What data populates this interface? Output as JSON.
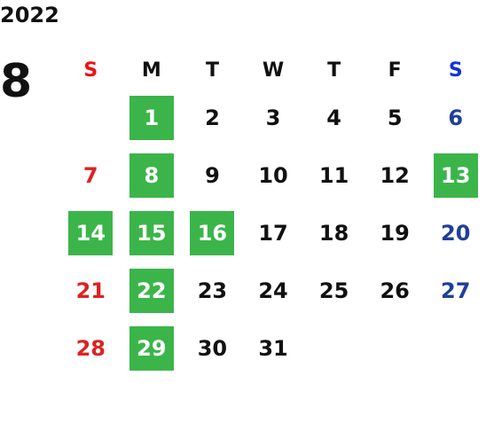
{
  "header": {
    "year": "2022",
    "month": "8"
  },
  "weekdays": [
    "S",
    "M",
    "T",
    "W",
    "T",
    "F",
    "S"
  ],
  "weeks": [
    [
      {
        "label": "",
        "highlight": false
      },
      {
        "label": "1",
        "highlight": true
      },
      {
        "label": "2",
        "highlight": false
      },
      {
        "label": "3",
        "highlight": false
      },
      {
        "label": "4",
        "highlight": false
      },
      {
        "label": "5",
        "highlight": false
      },
      {
        "label": "6",
        "highlight": false
      }
    ],
    [
      {
        "label": "7",
        "highlight": false
      },
      {
        "label": "8",
        "highlight": true
      },
      {
        "label": "9",
        "highlight": false
      },
      {
        "label": "10",
        "highlight": false
      },
      {
        "label": "11",
        "highlight": false
      },
      {
        "label": "12",
        "highlight": false
      },
      {
        "label": "13",
        "highlight": true
      }
    ],
    [
      {
        "label": "14",
        "highlight": true
      },
      {
        "label": "15",
        "highlight": true
      },
      {
        "label": "16",
        "highlight": true
      },
      {
        "label": "17",
        "highlight": false
      },
      {
        "label": "18",
        "highlight": false
      },
      {
        "label": "19",
        "highlight": false
      },
      {
        "label": "20",
        "highlight": false
      }
    ],
    [
      {
        "label": "21",
        "highlight": false
      },
      {
        "label": "22",
        "highlight": true
      },
      {
        "label": "23",
        "highlight": false
      },
      {
        "label": "24",
        "highlight": false
      },
      {
        "label": "25",
        "highlight": false
      },
      {
        "label": "26",
        "highlight": false
      },
      {
        "label": "27",
        "highlight": false
      }
    ],
    [
      {
        "label": "28",
        "highlight": false
      },
      {
        "label": "29",
        "highlight": true
      },
      {
        "label": "30",
        "highlight": false
      },
      {
        "label": "31",
        "highlight": false
      },
      {
        "label": "",
        "highlight": false
      },
      {
        "label": "",
        "highlight": false
      },
      {
        "label": "",
        "highlight": false
      }
    ]
  ],
  "colors": {
    "sunday_header": "#ee1111",
    "saturday_header": "#1133dd",
    "sunday_day": "#dd2222",
    "saturday_day": "#1f3f99",
    "weekday_text": "#111111",
    "highlight_bg": "#3bb54a",
    "highlight_text": "#ffffff"
  }
}
